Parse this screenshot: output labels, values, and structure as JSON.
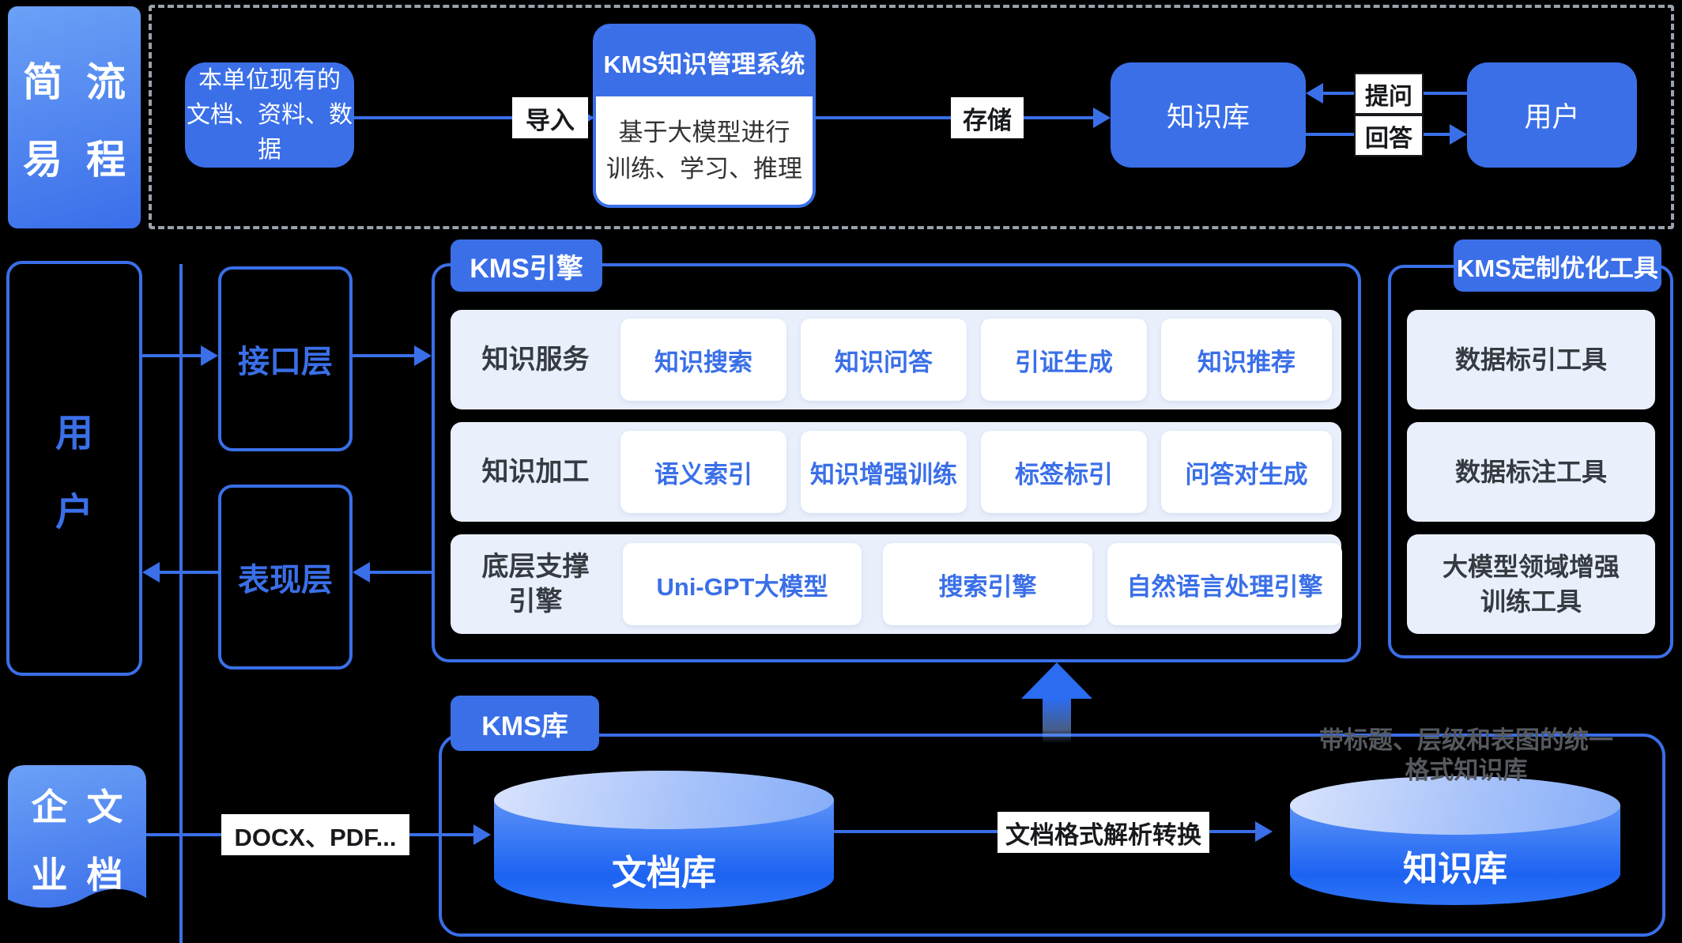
{
  "colors": {
    "accent": "#3A6FE8",
    "row_background": "#E9EFFB",
    "chip_background": "#FFFFFF",
    "dark_text": "#363B42",
    "label_text": "#17191C",
    "dash_border": "#99A1AC",
    "cylinder_blue": "#1F66F3",
    "page_background": "#000000"
  },
  "top_flow": {
    "process_badge": {
      "col1_top": "简",
      "col1_bottom": "易",
      "col2_top": "流",
      "col2_bottom": "程"
    },
    "source_box": {
      "line1": "本单位现有的",
      "line2": "文档、资料、数据"
    },
    "import_label": "导入",
    "kms_system": {
      "title": "KMS知识管理系统",
      "body_line1": "基于大模型进行",
      "body_line2": "训练、学习、推理"
    },
    "store_label": "存储",
    "knowledge_base_label": "知识库",
    "ask_label": "提问",
    "answer_label": "回答",
    "user_label": "用户"
  },
  "middle": {
    "user_box": {
      "char1": "用",
      "char2": "户"
    },
    "interface_layer": "接口层",
    "presentation_layer": "表现层",
    "kms_engine": {
      "tab": "KMS引擎",
      "rows": [
        {
          "label_line1": "知识服务",
          "label_line2": "",
          "chips": [
            "知识搜索",
            "知识问答",
            "引证生成",
            "知识推荐"
          ]
        },
        {
          "label_line1": "知识加工",
          "label_line2": "",
          "chips": [
            "语义索引",
            "知识增强训练",
            "标签标引",
            "问答对生成"
          ]
        },
        {
          "label_line1": "底层支撑",
          "label_line2": "引擎",
          "chips": [
            "Uni-GPT大模型",
            "搜索引擎",
            "自然语言处理引擎"
          ]
        }
      ]
    },
    "kms_tools": {
      "tab": "KMS定制优化工具",
      "cards": [
        {
          "line1": "数据标引工具",
          "line2": ""
        },
        {
          "line1": "数据标注工具",
          "line2": ""
        },
        {
          "line1": "大模型领域增强",
          "line2": "训练工具"
        }
      ]
    }
  },
  "bottom": {
    "kms_store_tab": "KMS库",
    "enterprise_badge": {
      "col1_top": "企",
      "col1_bottom": "业",
      "col2_top": "文",
      "col2_bottom": "档"
    },
    "docx_label": "DOCX、PDF...",
    "document_store": "文档库",
    "convert_label": "文档格式解析转换",
    "knowledge_store": "知识库",
    "faded_note": {
      "line1": "带标题、层级和表图的统一",
      "line2": "格式知识库"
    }
  }
}
